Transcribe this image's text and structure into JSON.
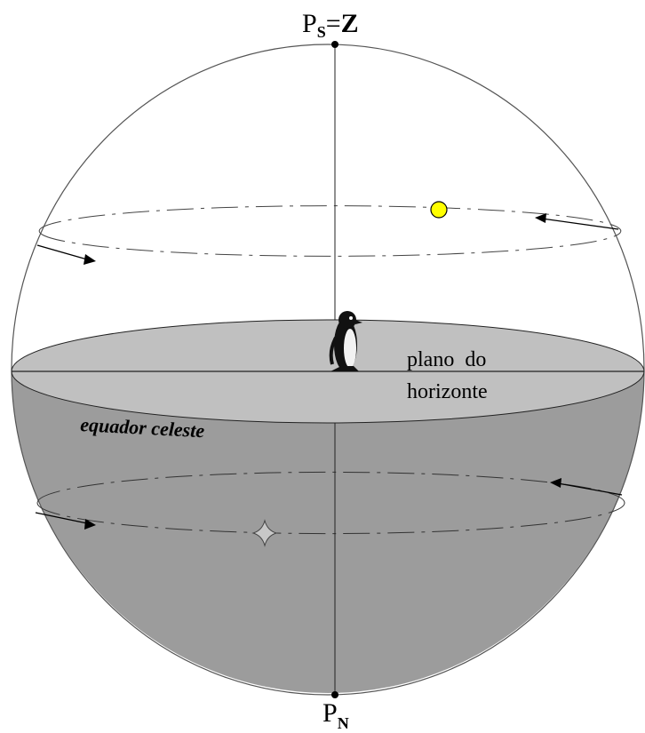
{
  "labels": {
    "top_pole_letter": "P",
    "top_pole_sub": "S",
    "top_pole_eq": "=",
    "top_pole_z": "Z",
    "bottom_pole_letter": "P",
    "bottom_pole_sub": "N",
    "horizon_plane_line1": "plano  do",
    "horizon_plane_line2": "horizonte",
    "celestial_equator": "equador celeste"
  },
  "colors": {
    "background": "#ffffff",
    "lower_hemisphere": "#9c9c9c",
    "horizon_plane": "#c0c0c0",
    "sun_fill": "#ffff00",
    "lines": "#000000"
  },
  "icons": {
    "sun": "sun-icon",
    "star": "star-icon",
    "observer": "penguin-icon"
  }
}
